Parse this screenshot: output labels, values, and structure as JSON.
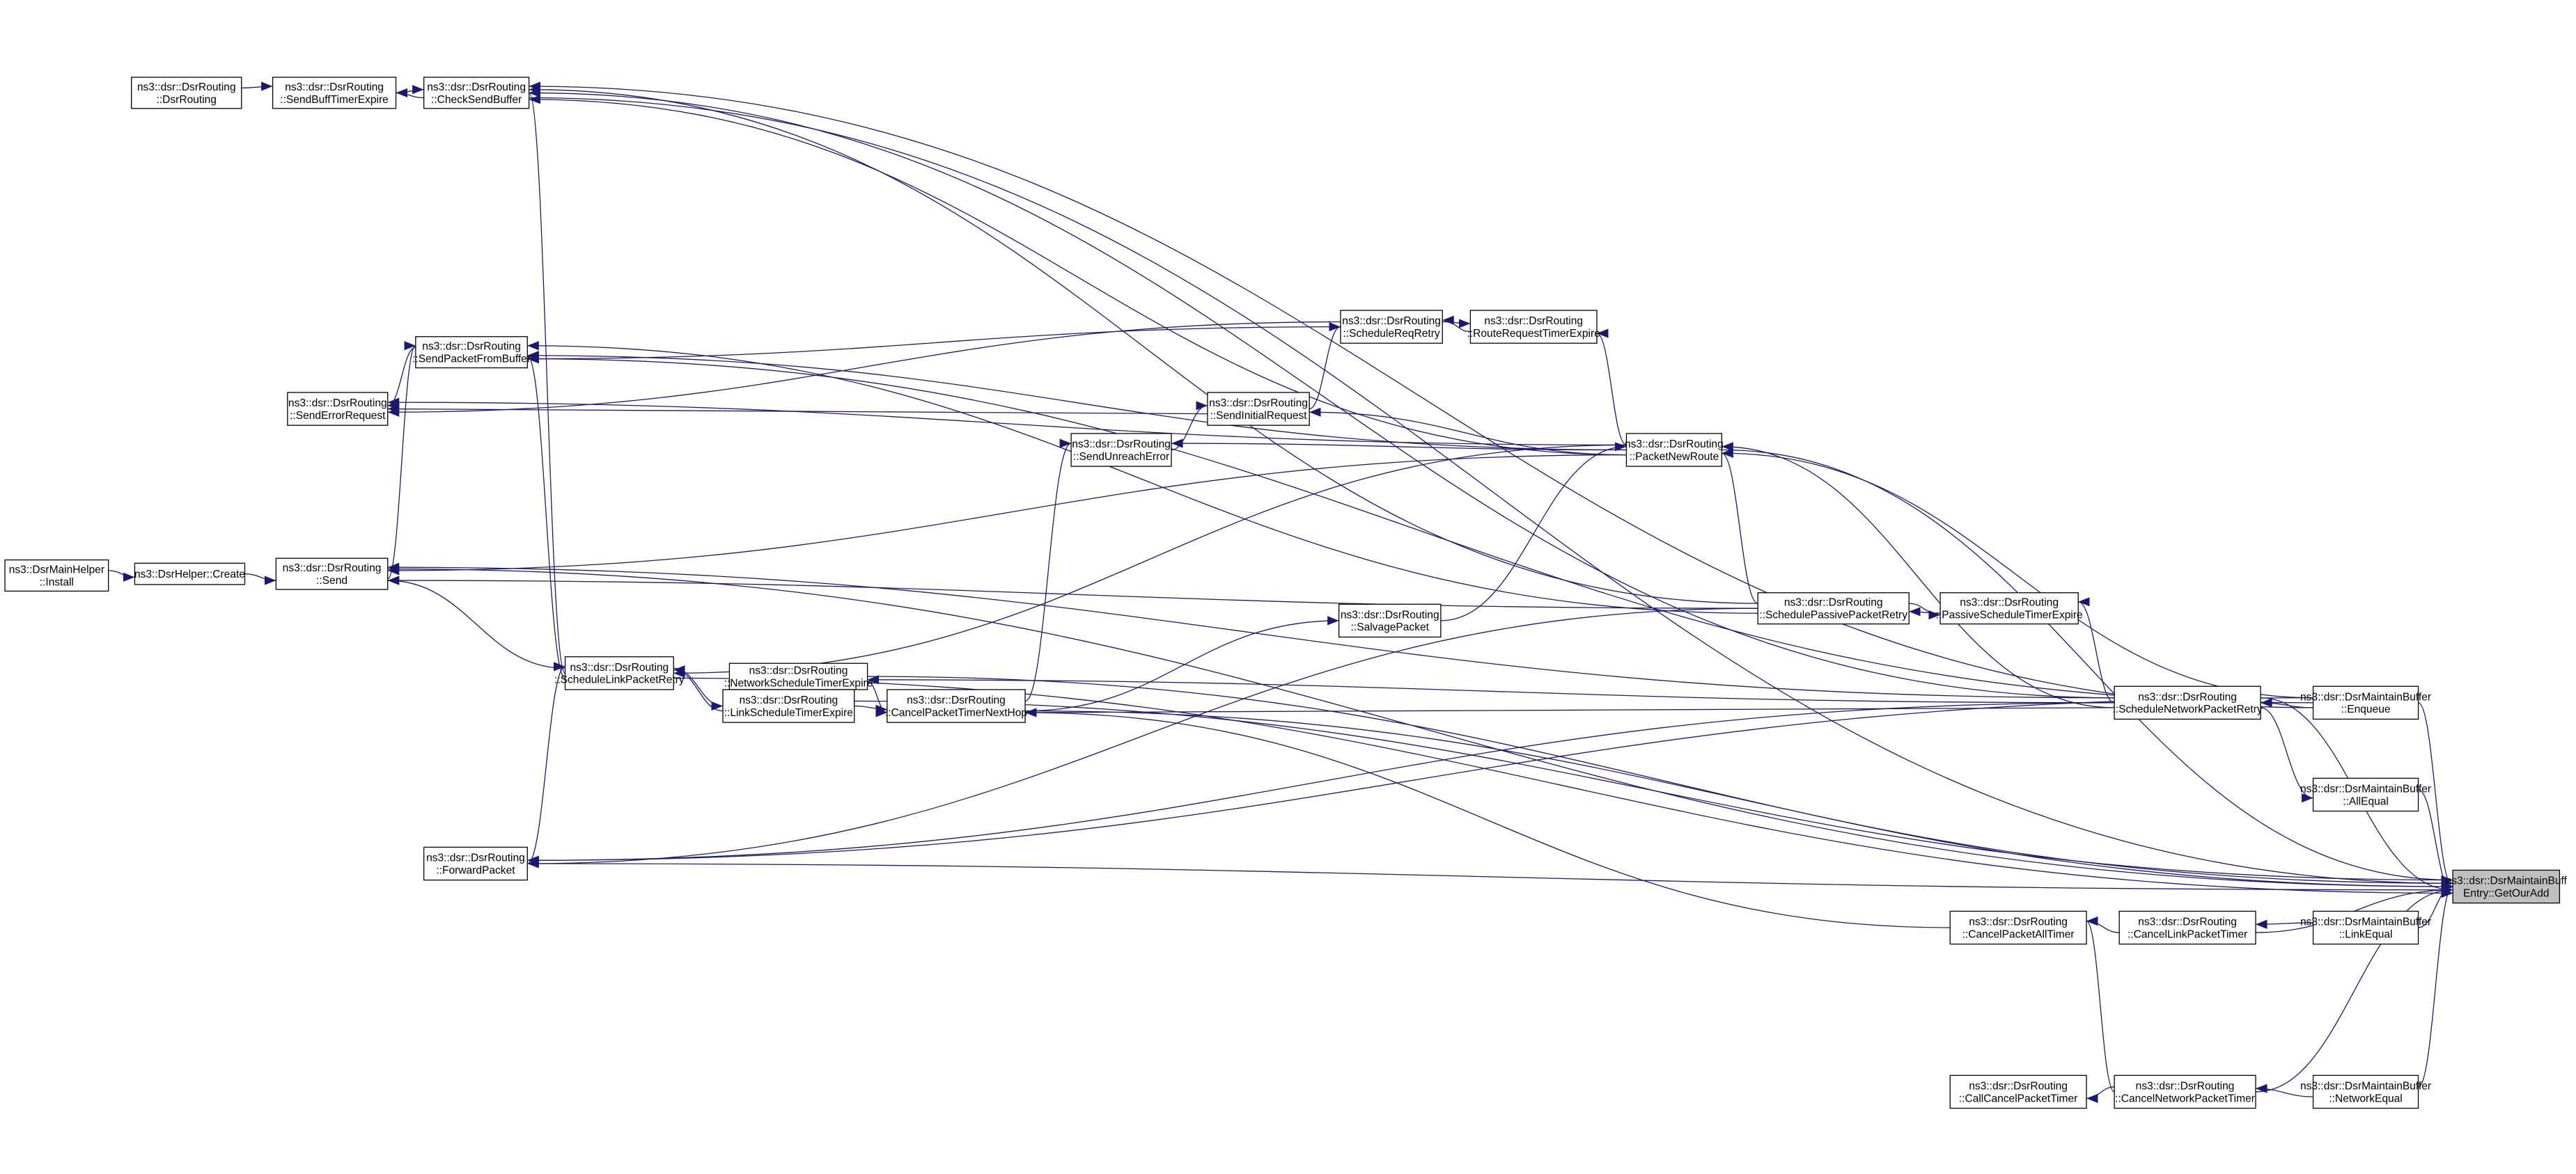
{
  "title": "ns3::dsr::DsrMaintainBuffEntry::GetOurAdd caller graph",
  "colors": {
    "edge": "#191970",
    "focus_fill": "#bfbfbf",
    "node_fill": "#ffffff"
  },
  "nodes": [
    {
      "id": "dsrrouting",
      "lines": [
        "ns3::dsr::DsrRouting",
        "::DsrRouting"
      ]
    },
    {
      "id": "sendbuff",
      "lines": [
        "ns3::dsr::DsrRouting",
        "::SendBuffTimerExpire"
      ]
    },
    {
      "id": "checksend",
      "lines": [
        "ns3::dsr::DsrRouting",
        "::CheckSendBuffer"
      ]
    },
    {
      "id": "senderrreq",
      "lines": [
        "ns3::dsr::DsrRouting",
        "::SendErrorRequest"
      ]
    },
    {
      "id": "sendpktbuf",
      "lines": [
        "ns3::dsr::DsrRouting",
        "::SendPacketFromBuffer"
      ]
    },
    {
      "id": "install",
      "lines": [
        "ns3::DsrMainHelper",
        "::Install"
      ]
    },
    {
      "id": "create",
      "lines": [
        "ns3::DsrHelper::Create"
      ]
    },
    {
      "id": "send",
      "lines": [
        "ns3::dsr::DsrRouting",
        "::Send"
      ]
    },
    {
      "id": "schedlink",
      "lines": [
        "ns3::dsr::DsrRouting",
        "::ScheduleLinkPacketRetry"
      ]
    },
    {
      "id": "netsched",
      "lines": [
        "ns3::dsr::DsrRouting",
        "::NetworkScheduleTimerExpire"
      ]
    },
    {
      "id": "linksched",
      "lines": [
        "ns3::dsr::DsrRouting",
        "::LinkScheduleTimerExpire"
      ]
    },
    {
      "id": "cancelnexthop",
      "lines": [
        "ns3::dsr::DsrRouting",
        "::CancelPacketTimerNextHop"
      ]
    },
    {
      "id": "forward",
      "lines": [
        "ns3::dsr::DsrRouting",
        "::ForwardPacket"
      ]
    },
    {
      "id": "sendunreach",
      "lines": [
        "ns3::dsr::DsrRouting",
        "::SendUnreachError"
      ]
    },
    {
      "id": "sendinitial",
      "lines": [
        "ns3::dsr::DsrRouting",
        "::SendInitialRequest"
      ]
    },
    {
      "id": "schedreq",
      "lines": [
        "ns3::dsr::DsrRouting",
        "::ScheduleReqRetry"
      ]
    },
    {
      "id": "routereq",
      "lines": [
        "ns3::dsr::DsrRouting",
        "::RouteRequestTimerExpire"
      ]
    },
    {
      "id": "pktnewroute",
      "lines": [
        "ns3::dsr::DsrRouting",
        "::PacketNewRoute"
      ]
    },
    {
      "id": "salvage",
      "lines": [
        "ns3::dsr::DsrRouting",
        "::SalvagePacket"
      ]
    },
    {
      "id": "schedpassive",
      "lines": [
        "ns3::dsr::DsrRouting",
        "::SchedulePassivePacketRetry"
      ]
    },
    {
      "id": "passivesched",
      "lines": [
        "ns3::dsr::DsrRouting",
        "::PassiveScheduleTimerExpire"
      ]
    },
    {
      "id": "schednet",
      "lines": [
        "ns3::dsr::DsrRouting",
        "::ScheduleNetworkPacketRetry"
      ]
    },
    {
      "id": "enqueue",
      "lines": [
        "ns3::dsr::DsrMaintainBuffer",
        "::Enqueue"
      ]
    },
    {
      "id": "alleq",
      "lines": [
        "ns3::dsr::DsrMaintainBuffer",
        "::AllEqual"
      ]
    },
    {
      "id": "getouradd",
      "lines": [
        "ns3::dsr::DsrMaintainBuff",
        "Entry::GetOurAdd"
      ],
      "focus": true
    },
    {
      "id": "cancelpktall",
      "lines": [
        "ns3::dsr::DsrRouting",
        "::CancelPacketAllTimer"
      ]
    },
    {
      "id": "cancellink",
      "lines": [
        "ns3::dsr::DsrRouting",
        "::CancelLinkPacketTimer"
      ]
    },
    {
      "id": "linkequal",
      "lines": [
        "ns3::dsr::DsrMaintainBuffer",
        "::LinkEqual"
      ]
    },
    {
      "id": "callcancel",
      "lines": [
        "ns3::dsr::DsrRouting",
        "::CallCancelPacketTimer"
      ]
    },
    {
      "id": "cancelnet",
      "lines": [
        "ns3::dsr::DsrRouting",
        "::CancelNetworkPacketTimer"
      ]
    },
    {
      "id": "netequal",
      "lines": [
        "ns3::dsr::DsrMaintainBuffer",
        "::NetworkEqual"
      ]
    }
  ],
  "edges": [
    [
      "dsrrouting",
      "sendbuff"
    ],
    [
      "sendbuff",
      "checksend"
    ],
    [
      "checksend",
      "sendbuff"
    ],
    [
      "install",
      "create"
    ],
    [
      "create",
      "send"
    ],
    [
      "send",
      "sendpktbuf"
    ],
    [
      "sendpktbuf",
      "senderrreq"
    ],
    [
      "schedlink",
      "checksend"
    ],
    [
      "schedlink",
      "sendpktbuf"
    ],
    [
      "schedlink",
      "send"
    ],
    [
      "forward",
      "schedlink"
    ],
    [
      "linksched",
      "schedlink"
    ],
    [
      "schedlink",
      "linksched"
    ],
    [
      "linksched",
      "cancelnexthop"
    ],
    [
      "netsched",
      "cancelnexthop"
    ],
    [
      "cancelnexthop",
      "sendunreach"
    ],
    [
      "sendunreach",
      "sendinitial"
    ],
    [
      "sendinitial",
      "senderrreq"
    ],
    [
      "schedreq",
      "senderrreq"
    ],
    [
      "schedreq",
      "sendpktbuf"
    ],
    [
      "routereq",
      "schedreq"
    ],
    [
      "schedreq",
      "routereq"
    ],
    [
      "sendinitial",
      "schedreq"
    ],
    [
      "pktnewroute",
      "sendinitial"
    ],
    [
      "pktnewroute",
      "routereq"
    ],
    [
      "pktnewroute",
      "sendunreach"
    ],
    [
      "pktnewroute",
      "send"
    ],
    [
      "pktnewroute",
      "schedlink"
    ],
    [
      "pktnewroute",
      "sendpktbuf"
    ],
    [
      "pktnewroute",
      "checksend"
    ],
    [
      "pktnewroute",
      "senderrreq"
    ],
    [
      "salvage",
      "pktnewroute"
    ],
    [
      "cancelnexthop",
      "salvage"
    ],
    [
      "schedpassive",
      "pktnewroute"
    ],
    [
      "schedpassive",
      "send"
    ],
    [
      "schedpassive",
      "sendpktbuf"
    ],
    [
      "schedpassive",
      "checksend"
    ],
    [
      "schedpassive",
      "forward"
    ],
    [
      "passivesched",
      "schedpassive"
    ],
    [
      "schedpassive",
      "passivesched"
    ],
    [
      "schednet",
      "passivesched"
    ],
    [
      "schednet",
      "pktnewroute"
    ],
    [
      "schednet",
      "checksend"
    ],
    [
      "schednet",
      "netsched"
    ],
    [
      "schednet",
      "cancelnexthop"
    ],
    [
      "schednet",
      "send"
    ],
    [
      "schednet",
      "forward"
    ],
    [
      "enqueue",
      "schednet"
    ],
    [
      "enqueue",
      "pktnewroute"
    ],
    [
      "enqueue",
      "sendpktbuf"
    ],
    [
      "enqueue",
      "checksend"
    ],
    [
      "enqueue",
      "forward"
    ],
    [
      "enqueue",
      "getouradd"
    ],
    [
      "schednet",
      "alleq"
    ],
    [
      "alleq",
      "getouradd"
    ],
    [
      "pktnewroute",
      "getouradd"
    ],
    [
      "checksend",
      "getouradd"
    ],
    [
      "send",
      "getouradd"
    ],
    [
      "forward",
      "getouradd"
    ],
    [
      "schedlink",
      "getouradd"
    ],
    [
      "linksched",
      "getouradd"
    ],
    [
      "netsched",
      "getouradd"
    ],
    [
      "cancelnexthop",
      "getouradd"
    ],
    [
      "schednet",
      "getouradd"
    ],
    [
      "cancelpktall",
      "cancelnexthop"
    ],
    [
      "cancellink",
      "cancelpktall"
    ],
    [
      "linkequal",
      "cancellink"
    ],
    [
      "linkequal",
      "getouradd"
    ],
    [
      "cancellink",
      "getouradd"
    ],
    [
      "cancelnet",
      "callcancel"
    ],
    [
      "cancelnet",
      "cancelpktall"
    ],
    [
      "netequal",
      "cancelnet"
    ],
    [
      "netequal",
      "getouradd"
    ],
    [
      "cancelnet",
      "getouradd"
    ]
  ]
}
